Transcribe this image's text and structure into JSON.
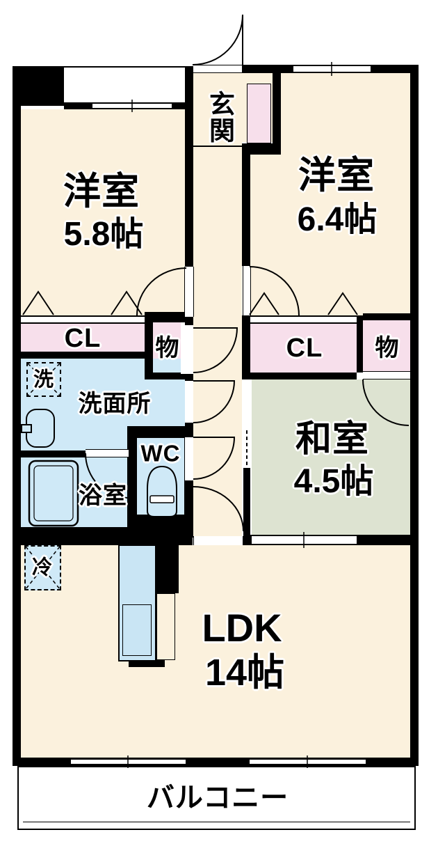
{
  "colors": {
    "wall": "#000000",
    "room_cream": "#fbf1dd",
    "closet_pink": "#f7dfeb",
    "water_blue": "#cfe9f7",
    "tatami_green": "#dde3d1",
    "counter_blue": "#c9e5f4"
  },
  "rooms": {
    "bedroom1": {
      "label": "洋室",
      "area": "5.8帖"
    },
    "bedroom2": {
      "label": "洋室",
      "area": "6.4帖"
    },
    "tatami_room": {
      "label": "和室",
      "area": "4.5帖"
    },
    "ldk": {
      "label": "LDK",
      "area": "14帖"
    },
    "entrance": {
      "label": "玄関"
    },
    "washroom": {
      "label": "洗面所"
    },
    "bathroom": {
      "label": "浴室"
    },
    "toilet": {
      "label": "WC"
    },
    "balcony": {
      "label": "バルコニー"
    }
  },
  "storage": {
    "closet_left": {
      "label": "CL"
    },
    "closet_right": {
      "label": "CL"
    },
    "storage_left": {
      "label": "物"
    },
    "storage_right": {
      "label": "物"
    }
  },
  "appliances": {
    "washer": {
      "label": "洗"
    },
    "fridge": {
      "label": "冷"
    }
  }
}
